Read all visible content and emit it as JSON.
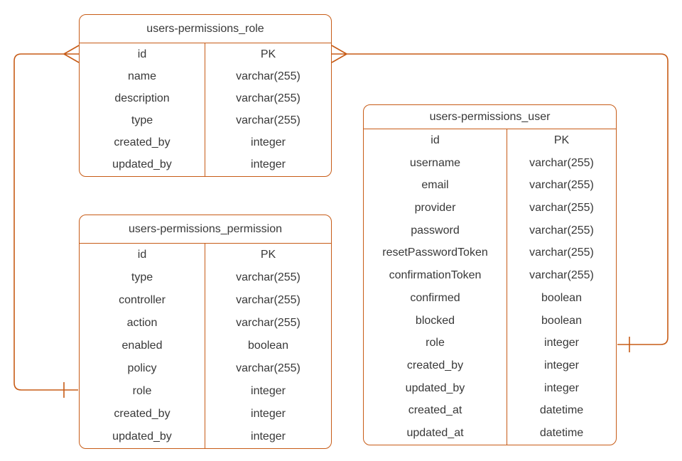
{
  "diagram": {
    "type": "entity-relationship-diagram",
    "colors": {
      "stroke": "#C75B16",
      "text": "#383838",
      "background": "#FFFFFF"
    },
    "tables": [
      {
        "title": "users-permissions_role",
        "rows": [
          {
            "field": "id",
            "type": "PK"
          },
          {
            "field": "name",
            "type": "varchar(255)"
          },
          {
            "field": "description",
            "type": "varchar(255)"
          },
          {
            "field": "type",
            "type": "varchar(255)"
          },
          {
            "field": "created_by",
            "type": "integer"
          },
          {
            "field": "updated_by",
            "type": "integer"
          }
        ]
      },
      {
        "title": "users-permissions_permission",
        "rows": [
          {
            "field": "id",
            "type": "PK"
          },
          {
            "field": "type",
            "type": "varchar(255)"
          },
          {
            "field": "controller",
            "type": "varchar(255)"
          },
          {
            "field": "action",
            "type": "varchar(255)"
          },
          {
            "field": "enabled",
            "type": "boolean"
          },
          {
            "field": "policy",
            "type": "varchar(255)"
          },
          {
            "field": "role",
            "type": "integer"
          },
          {
            "field": "created_by",
            "type": "integer"
          },
          {
            "field": "updated_by",
            "type": "integer"
          }
        ]
      },
      {
        "title": "users-permissions_user",
        "rows": [
          {
            "field": "id",
            "type": "PK"
          },
          {
            "field": "username",
            "type": "varchar(255)"
          },
          {
            "field": "email",
            "type": "varchar(255)"
          },
          {
            "field": "provider",
            "type": "varchar(255)"
          },
          {
            "field": "password",
            "type": "varchar(255)"
          },
          {
            "field": "resetPasswordToken",
            "type": "varchar(255)"
          },
          {
            "field": "confirmationToken",
            "type": "varchar(255)"
          },
          {
            "field": "confirmed",
            "type": "boolean"
          },
          {
            "field": "blocked",
            "type": "boolean"
          },
          {
            "field": "role",
            "type": "integer"
          },
          {
            "field": "created_by",
            "type": "integer"
          },
          {
            "field": "updated_by",
            "type": "integer"
          },
          {
            "field": "created_at",
            "type": "datetime"
          },
          {
            "field": "updated_at",
            "type": "datetime"
          }
        ]
      }
    ],
    "relationships": [
      {
        "from_table": "users-permissions_role",
        "from_field": "id",
        "from_symbol": "crow-foot-many",
        "to_table": "users-permissions_permission",
        "to_field": "role",
        "to_symbol": "one-tick"
      },
      {
        "from_table": "users-permissions_role",
        "from_field": "id",
        "from_symbol": "crow-foot-many",
        "to_table": "users-permissions_user",
        "to_field": "role",
        "to_symbol": "one-tick"
      }
    ]
  }
}
